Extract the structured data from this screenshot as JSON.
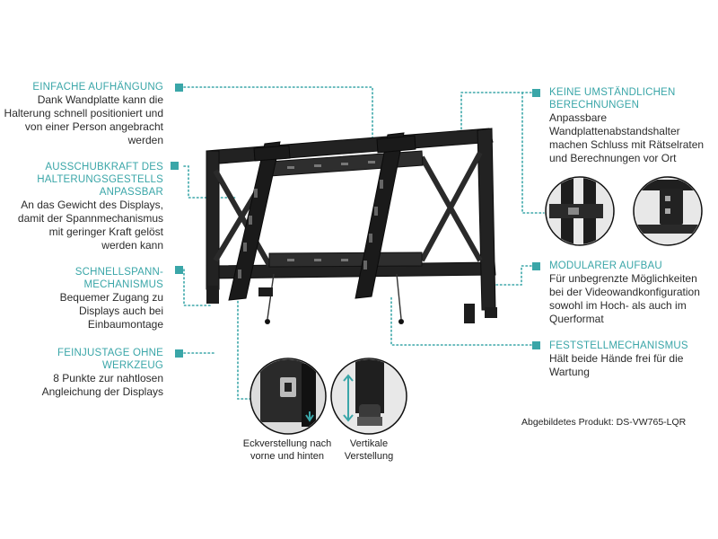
{
  "features_left": [
    {
      "heading": "Einfache Aufhängung",
      "text": "Dank Wandplatte kann die Halterung schnell positioniert und von einer Person angebracht werden"
    },
    {
      "heading": "Ausschubkraft des Halterungsgestells anpassbar",
      "text": "An das Gewicht des Displays, damit der Spannmechanismus mit geringer Kraft gelöst werden kann"
    },
    {
      "heading": "Schnellspann-mechanismus",
      "text": "Bequemer Zugang zu Displays auch bei Einbaumontage"
    },
    {
      "heading": "Feinjustage ohne Werkzeug",
      "text": "8 Punkte zur nahtlosen Angleichung der Displays"
    }
  ],
  "features_right": [
    {
      "heading": "Keine umständlichen Berechnungen",
      "text": "Anpassbare Wandplattenabstandshalter machen Schluss mit Rätselraten und Berechnungen vor Ort"
    },
    {
      "heading": "Modularer Aufbau",
      "text": "Für unbegrenzte Möglichkeiten bei der Videowandkonfiguration sowohl im Hoch- als auch im Querformat"
    },
    {
      "heading": "Feststellmechanismus",
      "text": "Hält beide Hände frei für die Wartung"
    }
  ],
  "captions": {
    "corner": "Eckverstellung nach vorne und hinten",
    "vertical": "Vertikale Verstellung"
  },
  "product_credit": "Abgebildetes Produkt: DS-VW765-LQR",
  "colors": {
    "accent": "#3aa6a8",
    "text": "#2b2b2b",
    "mount": "#1c1c1c"
  }
}
